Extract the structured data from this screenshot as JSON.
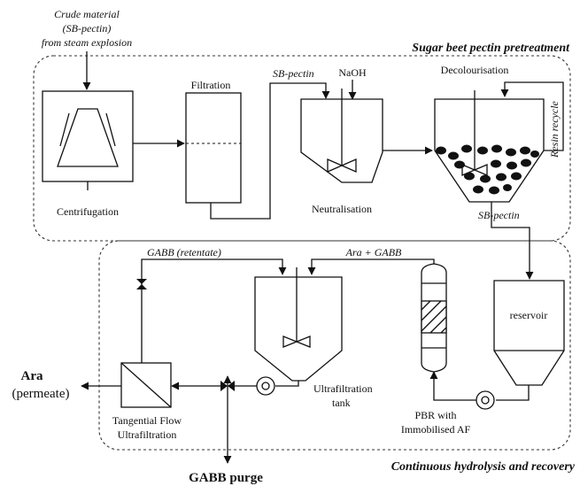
{
  "diagram": {
    "crude_material": [
      "Crude material",
      "(SB-pectin)",
      "from steam explosion"
    ],
    "section_top": "Sugar beet pectin pretreatment",
    "section_bottom": "Continuous hydrolysis and recovery",
    "filtration": "Filtration",
    "centrifugation": "Centrifugation",
    "sb_pectin_1": "SB-pectin",
    "naoh": "NaOH",
    "neutralisation": "Neutralisation",
    "decolourisation": "Decolourisation",
    "resin_recycle": "Resin recycle",
    "sb_pectin_2": "SB-pectin",
    "gabb_retentate": "GABB (retentate)",
    "ara_gabb": "Ara + GABB",
    "reservoir": "reservoir",
    "uf_tank": [
      "Ultrafiltration",
      "tank"
    ],
    "pbr": [
      "PBR with",
      "Immobilised AF"
    ],
    "tff": [
      "Tangential Flow",
      "Ultrafiltration"
    ],
    "ara": "Ara",
    "permeate": "(permeate)",
    "gabb_purge": "GABB purge"
  }
}
